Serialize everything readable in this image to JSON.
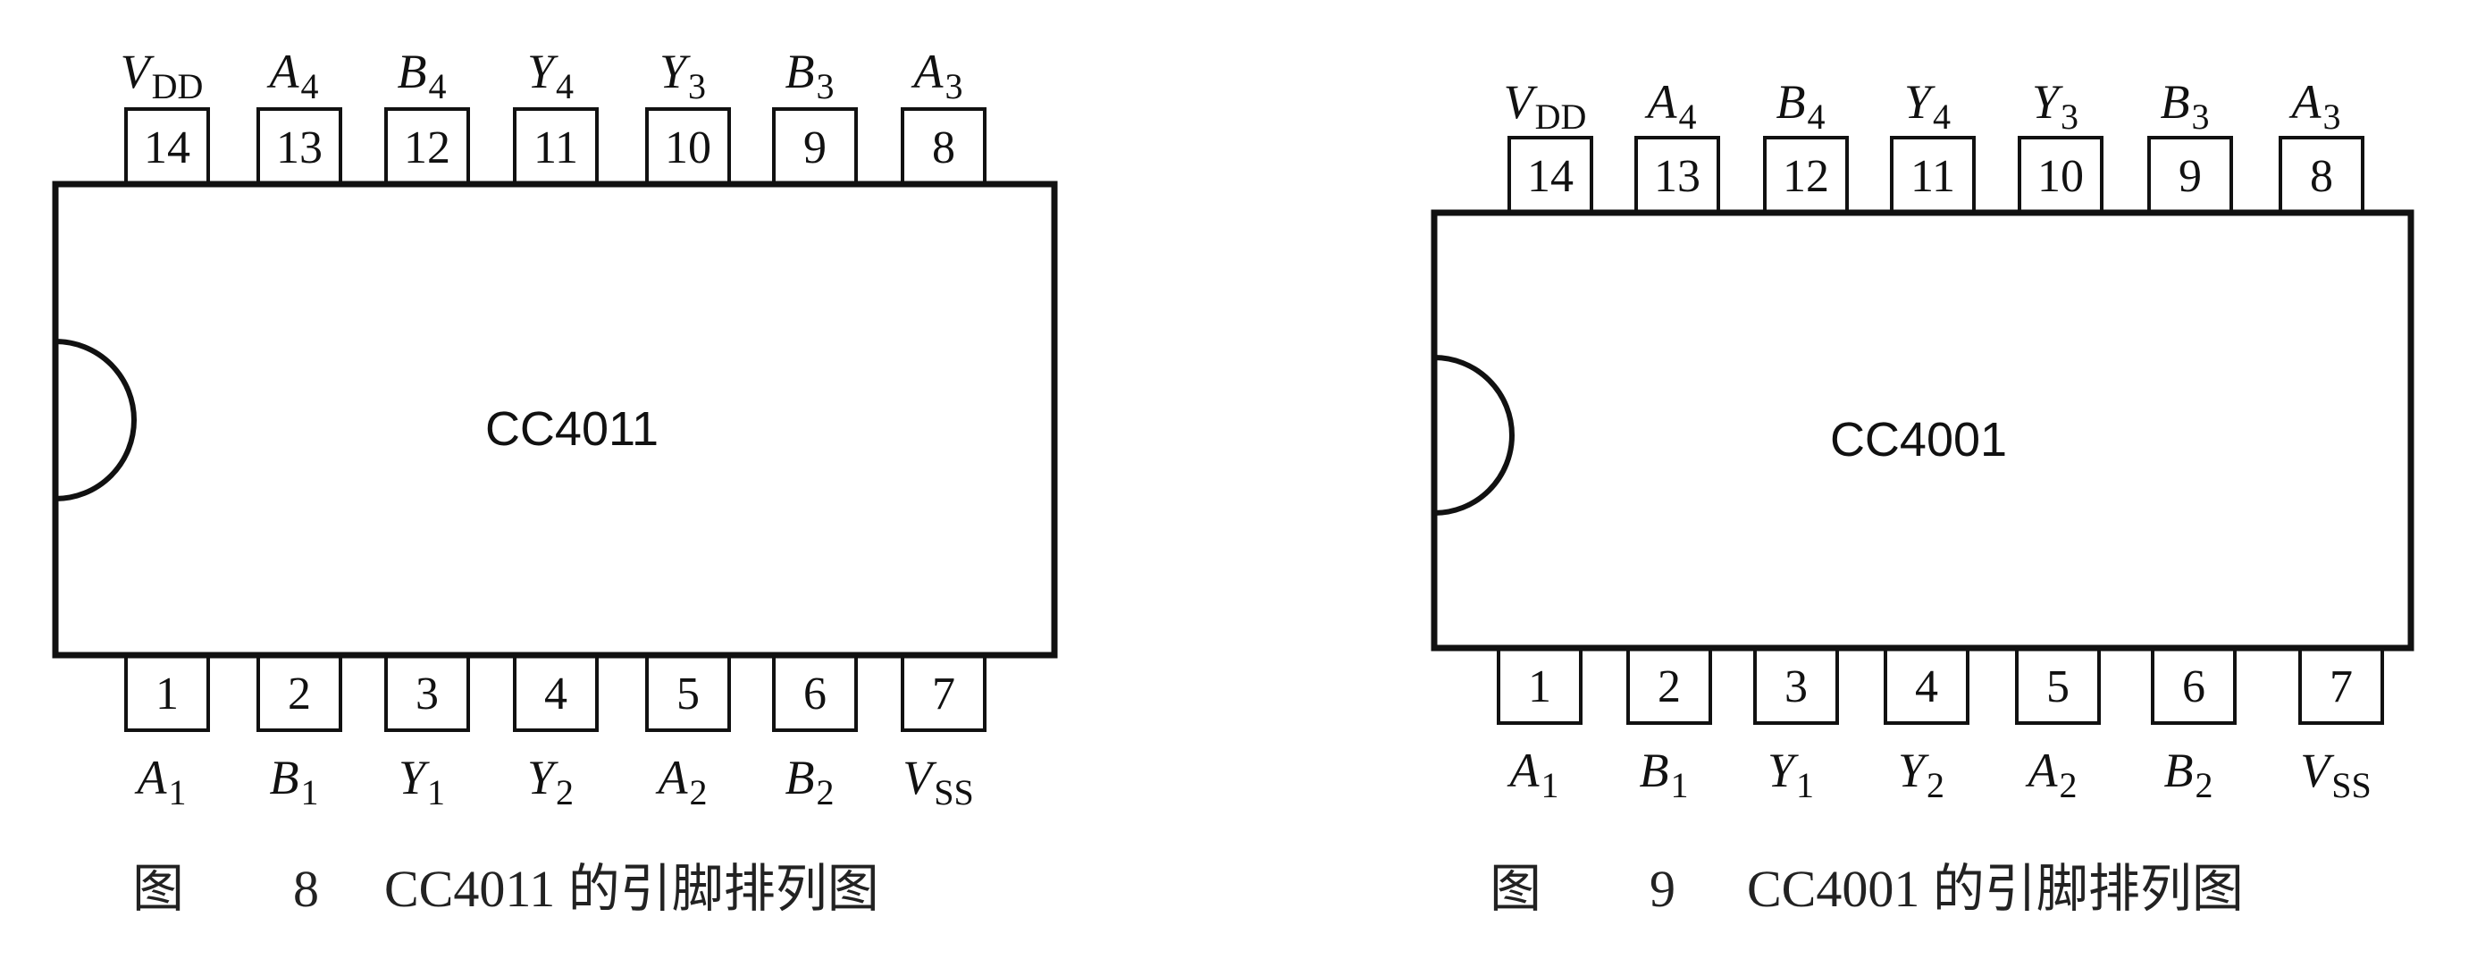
{
  "colors": {
    "ink": "#111111",
    "paper": "#ffffff"
  },
  "figures": [
    {
      "id": "fig8",
      "chip_name": "CC4011",
      "caption": {
        "prefix": "图",
        "number": "8",
        "title": "CC4011 的引脚排列图"
      },
      "top_pins": [
        {
          "num": "14",
          "label": {
            "main": "V",
            "sub": "DD"
          }
        },
        {
          "num": "13",
          "label": {
            "main": "A",
            "sub": "4"
          }
        },
        {
          "num": "12",
          "label": {
            "main": "B",
            "sub": "4"
          }
        },
        {
          "num": "11",
          "label": {
            "main": "Y",
            "sub": "4"
          }
        },
        {
          "num": "10",
          "label": {
            "main": "Y",
            "sub": "3"
          }
        },
        {
          "num": "9",
          "label": {
            "main": "B",
            "sub": "3"
          }
        },
        {
          "num": "8",
          "label": {
            "main": "A",
            "sub": "3"
          }
        }
      ],
      "bottom_pins": [
        {
          "num": "1",
          "label": {
            "main": "A",
            "sub": "1"
          }
        },
        {
          "num": "2",
          "label": {
            "main": "B",
            "sub": "1"
          }
        },
        {
          "num": "3",
          "label": {
            "main": "Y",
            "sub": "1"
          }
        },
        {
          "num": "4",
          "label": {
            "main": "Y",
            "sub": "2"
          }
        },
        {
          "num": "5",
          "label": {
            "main": "A",
            "sub": "2"
          }
        },
        {
          "num": "6",
          "label": {
            "main": "B",
            "sub": "2"
          }
        },
        {
          "num": "7",
          "label": {
            "main": "V",
            "sub": "SS"
          }
        }
      ]
    },
    {
      "id": "fig9",
      "chip_name": "CC4001",
      "caption": {
        "prefix": "图",
        "number": "9",
        "title": "CC4001 的引脚排列图"
      },
      "top_pins": [
        {
          "num": "14",
          "label": {
            "main": "V",
            "sub": "DD"
          }
        },
        {
          "num": "13",
          "label": {
            "main": "A",
            "sub": "4"
          }
        },
        {
          "num": "12",
          "label": {
            "main": "B",
            "sub": "4"
          }
        },
        {
          "num": "11",
          "label": {
            "main": "Y",
            "sub": "4"
          }
        },
        {
          "num": "10",
          "label": {
            "main": "Y",
            "sub": "3"
          }
        },
        {
          "num": "9",
          "label": {
            "main": "B",
            "sub": "3"
          }
        },
        {
          "num": "8",
          "label": {
            "main": "A",
            "sub": "3"
          }
        }
      ],
      "bottom_pins": [
        {
          "num": "1",
          "label": {
            "main": "A",
            "sub": "1"
          }
        },
        {
          "num": "2",
          "label": {
            "main": "B",
            "sub": "1"
          }
        },
        {
          "num": "3",
          "label": {
            "main": "Y",
            "sub": "1"
          }
        },
        {
          "num": "4",
          "label": {
            "main": "Y",
            "sub": "2"
          }
        },
        {
          "num": "5",
          "label": {
            "main": "A",
            "sub": "2"
          }
        },
        {
          "num": "6",
          "label": {
            "main": "B",
            "sub": "2"
          }
        },
        {
          "num": "7",
          "label": {
            "main": "V",
            "sub": "SS"
          }
        }
      ]
    }
  ]
}
